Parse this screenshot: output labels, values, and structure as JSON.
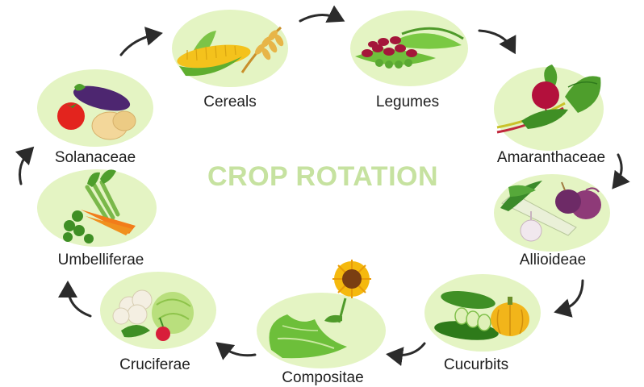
{
  "title": "CROP ROTATION",
  "colors": {
    "title": "#c6e2a0",
    "bubble": "#e4f4c3",
    "arrow": "#2b2b2b"
  },
  "families": [
    {
      "name": "Cereals",
      "icon": "corn-wheat-icon"
    },
    {
      "name": "Legumes",
      "icon": "beans-peas-icon"
    },
    {
      "name": "Amaranthaceae",
      "icon": "beet-chard-icon"
    },
    {
      "name": "Allioideae",
      "icon": "onion-leek-garlic-icon"
    },
    {
      "name": "Cucurbits",
      "icon": "cucumber-squash-icon"
    },
    {
      "name": "Compositae",
      "icon": "lettuce-sunflower-icon"
    },
    {
      "name": "Cruciferae",
      "icon": "cabbage-cauliflower-icon"
    },
    {
      "name": "Umbelliferae",
      "icon": "carrot-celery-icon"
    },
    {
      "name": "Solanaceae",
      "icon": "eggplant-tomato-potato-icon"
    }
  ]
}
